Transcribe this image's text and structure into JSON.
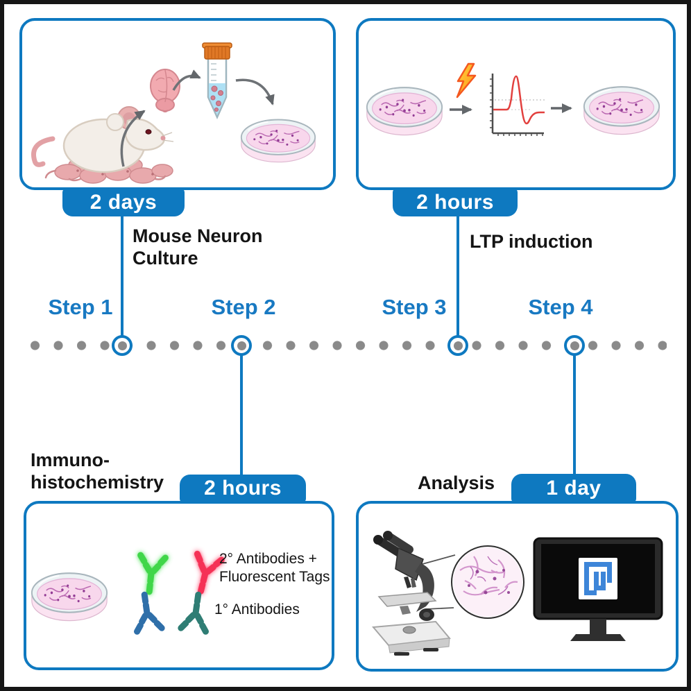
{
  "colors": {
    "accent": "#0e79c0",
    "ink": "#141414",
    "timeline_dot": "#8a8a8a",
    "step_label_blue": "#1879c2",
    "trace_red": "#e2403e",
    "lightning_orange": "#ff9016"
  },
  "timeline": {
    "step_labels": [
      "Step 1",
      "Step 2",
      "Step 3",
      "Step 4"
    ]
  },
  "step1": {
    "duration": "2 days",
    "caption_line1": "Mouse Neuron",
    "caption_line2": "Culture"
  },
  "step2": {
    "duration": "2 hours",
    "caption_line1": "Immuno-",
    "caption_line2": "histochemistry",
    "secondary_label_line1": "2° Antibodies +",
    "secondary_label_line2": "Fluorescent Tags",
    "primary_label": "1° Antibodies"
  },
  "step3": {
    "duration": "2 hours",
    "caption": "LTP induction"
  },
  "step4": {
    "duration": "1 day",
    "caption": "Analysis"
  },
  "icons": {
    "step1": [
      "mouse-with-pups-icon",
      "brain-icon",
      "conical-tube-icon",
      "petri-dish-icon",
      "curved-arrow-icon"
    ],
    "step3": [
      "petri-dish-icon",
      "lightning-bolt-icon",
      "ephys-trace-icon",
      "arrow-right-icon",
      "petri-dish-icon"
    ],
    "step2": [
      "petri-dish-icon",
      "primary-antibody-icon",
      "secondary-antibody-glow-icon"
    ],
    "step4": [
      "microscope-icon",
      "magnified-neurons-icon",
      "monitor-imagej-icon"
    ]
  }
}
